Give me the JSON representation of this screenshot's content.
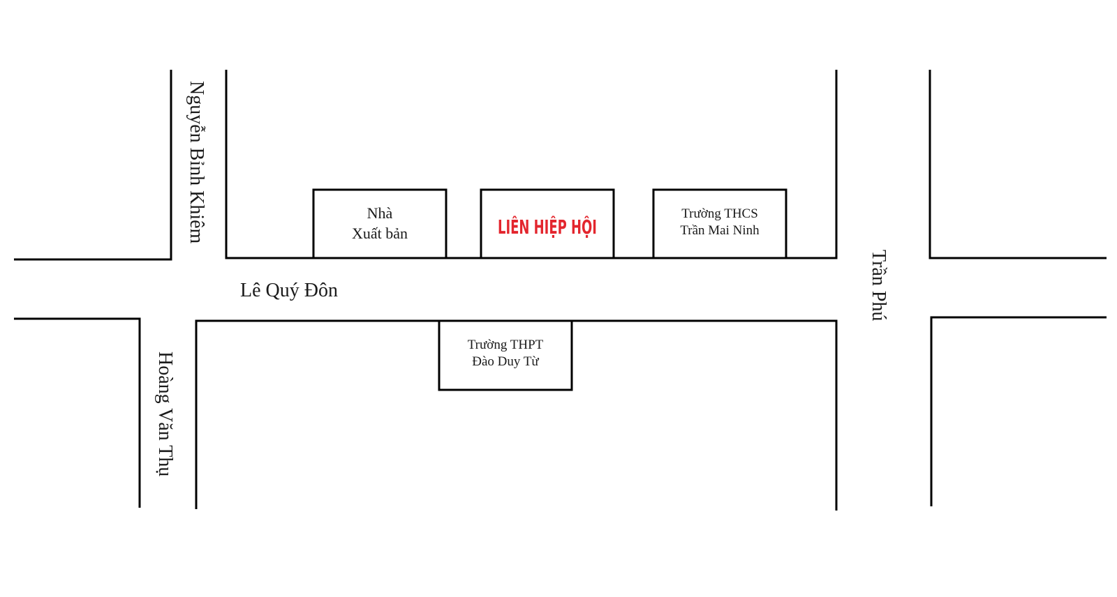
{
  "colors": {
    "line": "#000000",
    "highlight": "#e3262e",
    "text": "#1a1a1a"
  },
  "streets": {
    "nguyen_binh_khiem": "Nguyễn Bỉnh Khiêm",
    "le_quy_don": "Lê Quý Đôn",
    "hoang_van_thu": "Hoàng Văn Thụ",
    "tran_phu": "Trần Phú"
  },
  "buildings": {
    "nha_xuat_ban": {
      "line1": "Nhà",
      "line2": "Xuất bản"
    },
    "lien_hiep_hoi": {
      "label": "LIÊN HIỆP HỘI"
    },
    "thcs": {
      "line1": "Trường THCS",
      "line2": "Trần Mai Ninh"
    },
    "thpt": {
      "line1": "Trường THPT",
      "line2": "Đào Duy Từ"
    }
  }
}
